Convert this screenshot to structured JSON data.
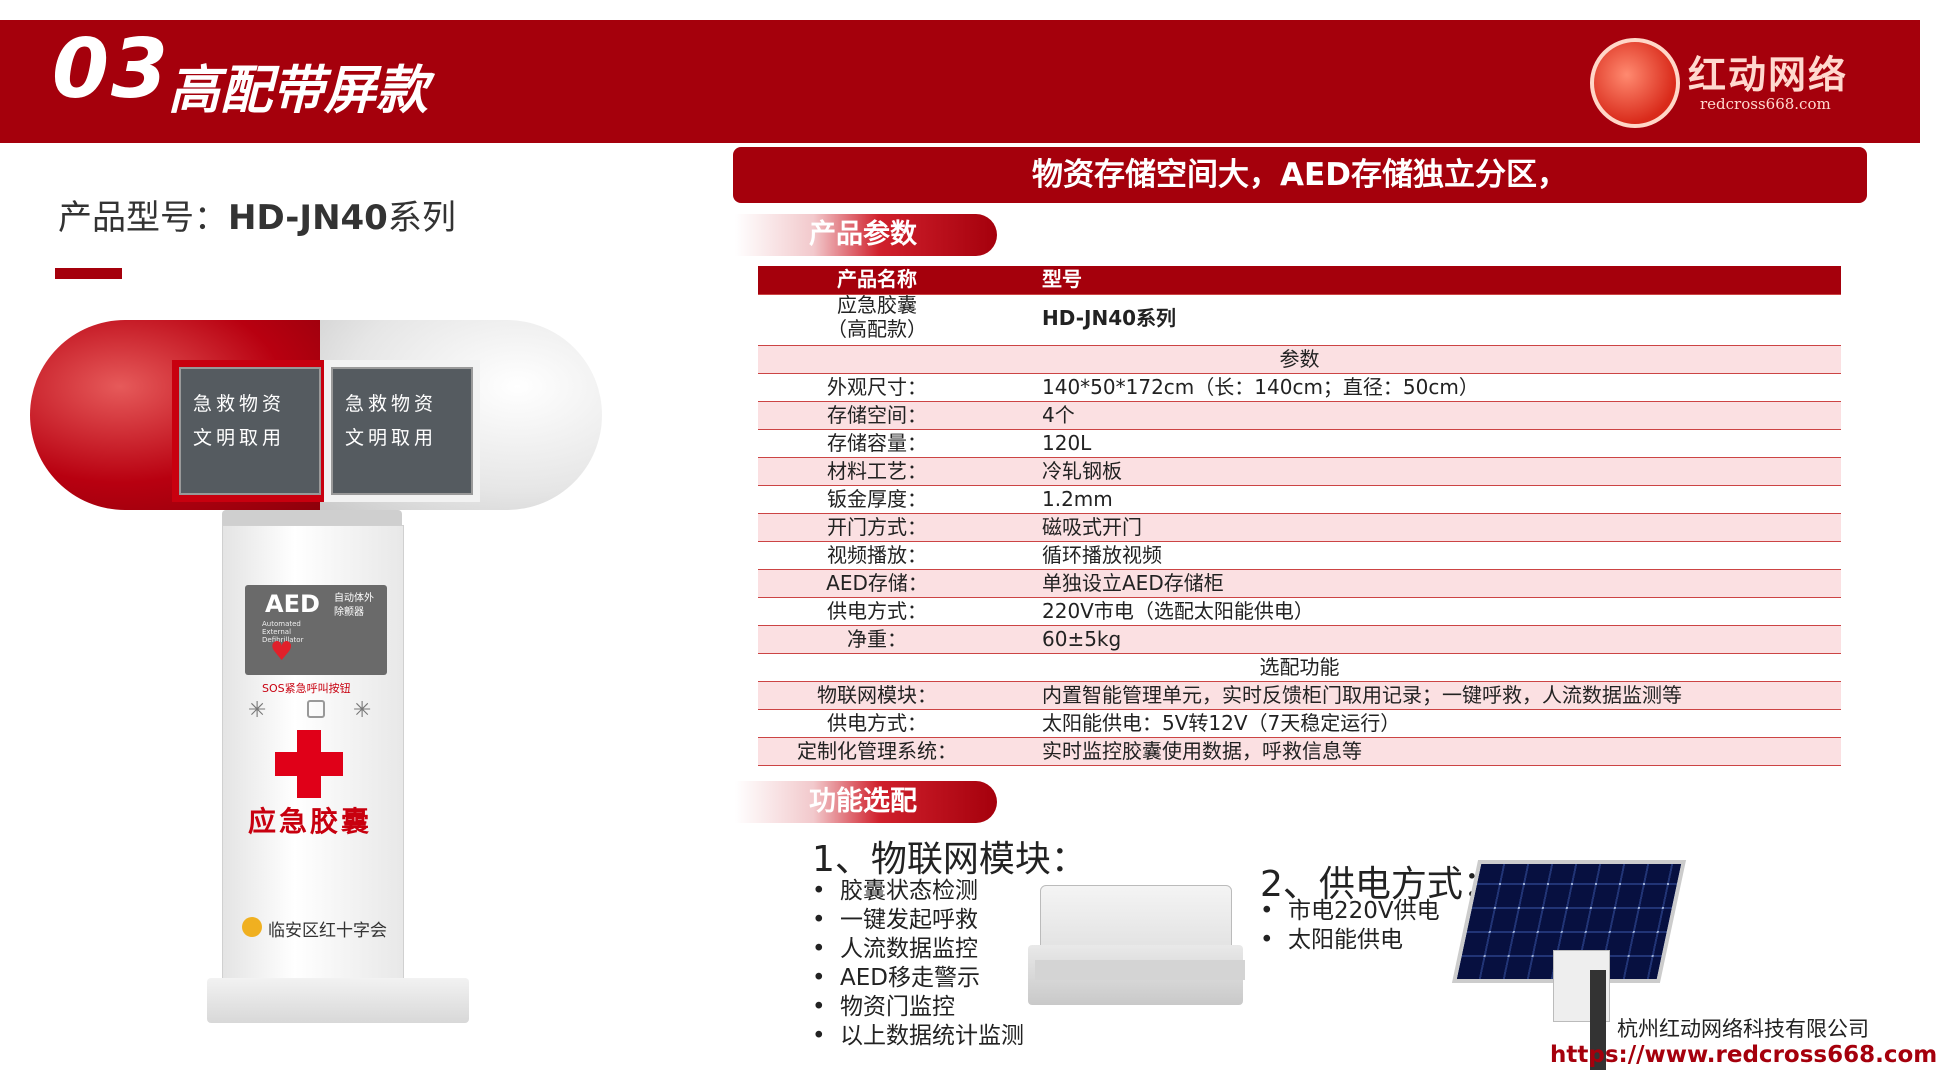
{
  "header": {
    "number": "03",
    "title": "高配带屏款",
    "logo_name": "红动网络",
    "logo_url": "redcross668.com"
  },
  "model": {
    "prefix": "产品型号：",
    "value_bold": "HD-JN40",
    "suffix": "系列"
  },
  "product_image": {
    "window_left": [
      "急救物资",
      "文明取用"
    ],
    "window_right": [
      "急救物资",
      "文明取用"
    ],
    "aed_big": "AED",
    "aed_small": "Automated External Defibrillator",
    "aed_cn": "自动体外除颤器",
    "sos": "SOS紧急呼叫按钮",
    "stand_label": "应急胶囊",
    "org": "临安区红十字会"
  },
  "slogan": "物资存储空间大，AED存储独立分区，",
  "tabs": {
    "params": "产品参数",
    "features": "功能选配"
  },
  "spec_table": {
    "header": {
      "c1": "产品名称",
      "c2": "型号"
    },
    "product_row": {
      "c1_line1": "应急胶囊",
      "c1_line2": "（高配款）",
      "c2": "HD-JN40系列"
    },
    "section_params": "参数",
    "params": [
      {
        "label": "外观尺寸：",
        "value": "140*50*172cm（长：140cm；直径：50cm）"
      },
      {
        "label": "存储空间：",
        "value": "4个"
      },
      {
        "label": "存储容量：",
        "value": "120L"
      },
      {
        "label": "材料工艺：",
        "value": "冷轧钢板"
      },
      {
        "label": "钣金厚度：",
        "value": "1.2mm"
      },
      {
        "label": "开门方式：",
        "value": "磁吸式开门"
      },
      {
        "label": "视频播放：",
        "value": "循环播放视频"
      },
      {
        "label": "AED存储：",
        "value": "单独设立AED存储柜"
      },
      {
        "label": "供电方式：",
        "value": "220V市电（选配太阳能供电）"
      },
      {
        "label": "净重：",
        "value": "60±5kg"
      }
    ],
    "section_options": "选配功能",
    "options": [
      {
        "label": "物联网模块：",
        "value": "内置智能管理单元，实时反馈柜门取用记录；一键呼救，人流数据监测等"
      },
      {
        "label": "供电方式：",
        "value": "太阳能供电：5V转12V（7天稳定运行）"
      },
      {
        "label": "定制化管理系统：",
        "value": "实时监控胶囊使用数据，呼救信息等"
      }
    ]
  },
  "features": {
    "iot_title": "1、物联网模块：",
    "iot_items": [
      "胶囊状态检测",
      "一键发起呼救",
      "人流数据监控",
      "AED移走警示",
      "物资门监控",
      "以上数据统计监测"
    ],
    "power_title": "2、供电方式：",
    "power_items": [
      "市电220V供电",
      "太阳能供电"
    ],
    "bullet": "•"
  },
  "footer": {
    "company": "杭州红动网络科技有限公司",
    "url": "https://www.redcross668.com"
  }
}
